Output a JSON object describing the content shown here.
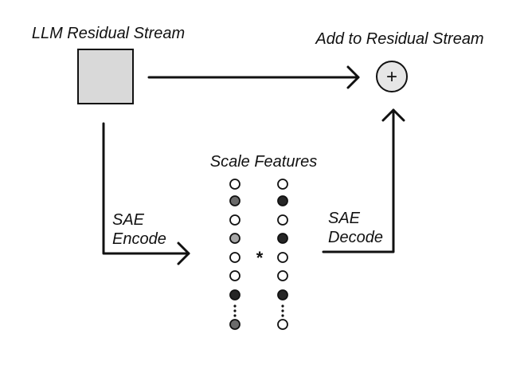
{
  "labels": {
    "residual_stream": "LLM Residual Stream",
    "add_to_stream": "Add to Residual Stream",
    "scale_features": "Scale Features",
    "sae_encode_line1": "SAE",
    "sae_encode_line2": "Encode",
    "sae_decode_line1": "SAE",
    "sae_decode_line2": "Decode",
    "multiply_symbol": "*",
    "add_symbol": "+"
  },
  "colors": {
    "stream_box_fill": "#d9d9d9",
    "stroke": "#111111"
  },
  "feature_columns": {
    "left": [
      "empty",
      "mid",
      "empty",
      "light",
      "empty",
      "empty",
      "dark",
      "mid"
    ],
    "right": [
      "empty",
      "dark",
      "empty",
      "dark",
      "empty",
      "empty",
      "dark",
      "empty"
    ],
    "shade_colors": {
      "empty": "#ffffff",
      "light": "#a6a6a6",
      "mid": "#6b6b6b",
      "dark": "#262626"
    }
  }
}
